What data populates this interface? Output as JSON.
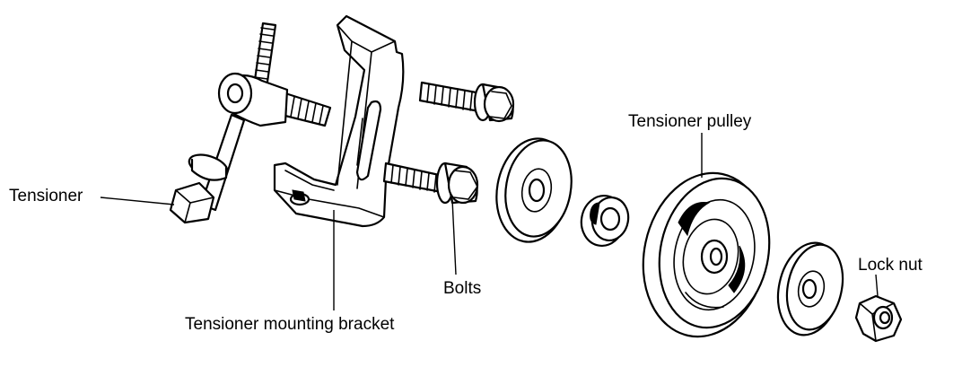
{
  "labels": {
    "tensioner": "Tensioner",
    "bracket": "Tensioner mounting bracket",
    "bolts": "Bolts",
    "pulley": "Tensioner pulley",
    "lock_nut": "Lock nut"
  }
}
